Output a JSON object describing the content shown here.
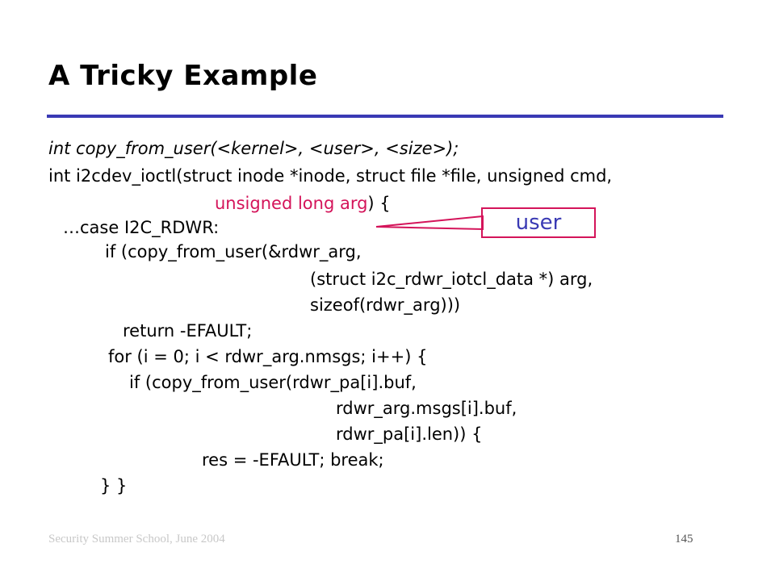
{
  "slide": {
    "title": "A Tricky Example",
    "callout_label": "user",
    "footer_left": "Security Summer School, June 2004",
    "page_number": "145"
  },
  "code": {
    "l1": "int copy_from_user(<kernel>, <user>, <size>);",
    "l2": "int i2cdev_ioctl(struct inode *inode, struct file *file, unsigned cmd,",
    "l3a": "unsigned long arg",
    "l3b": ") {",
    "l4": "…case I2C_RDWR:",
    "l5": "if (copy_from_user(&rdwr_arg,",
    "l6": "(struct i2c_rdwr_iotcl_data *) arg,",
    "l7": "sizeof(rdwr_arg)))",
    "l8": "return -EFAULT;",
    "l9": "for (i = 0; i < rdwr_arg.nmsgs; i++) {",
    "l10": "if (copy_from_user(rdwr_pa[i].buf,",
    "l11": "rdwr_arg.msgs[i].buf,",
    "l12": "rdwr_pa[i].len)) {",
    "l13": "res = -EFAULT; break;",
    "l14": "} }"
  },
  "colors": {
    "rule": "#3a3ab4",
    "highlight": "#d4145a",
    "callout_text": "#3a3ab4"
  }
}
